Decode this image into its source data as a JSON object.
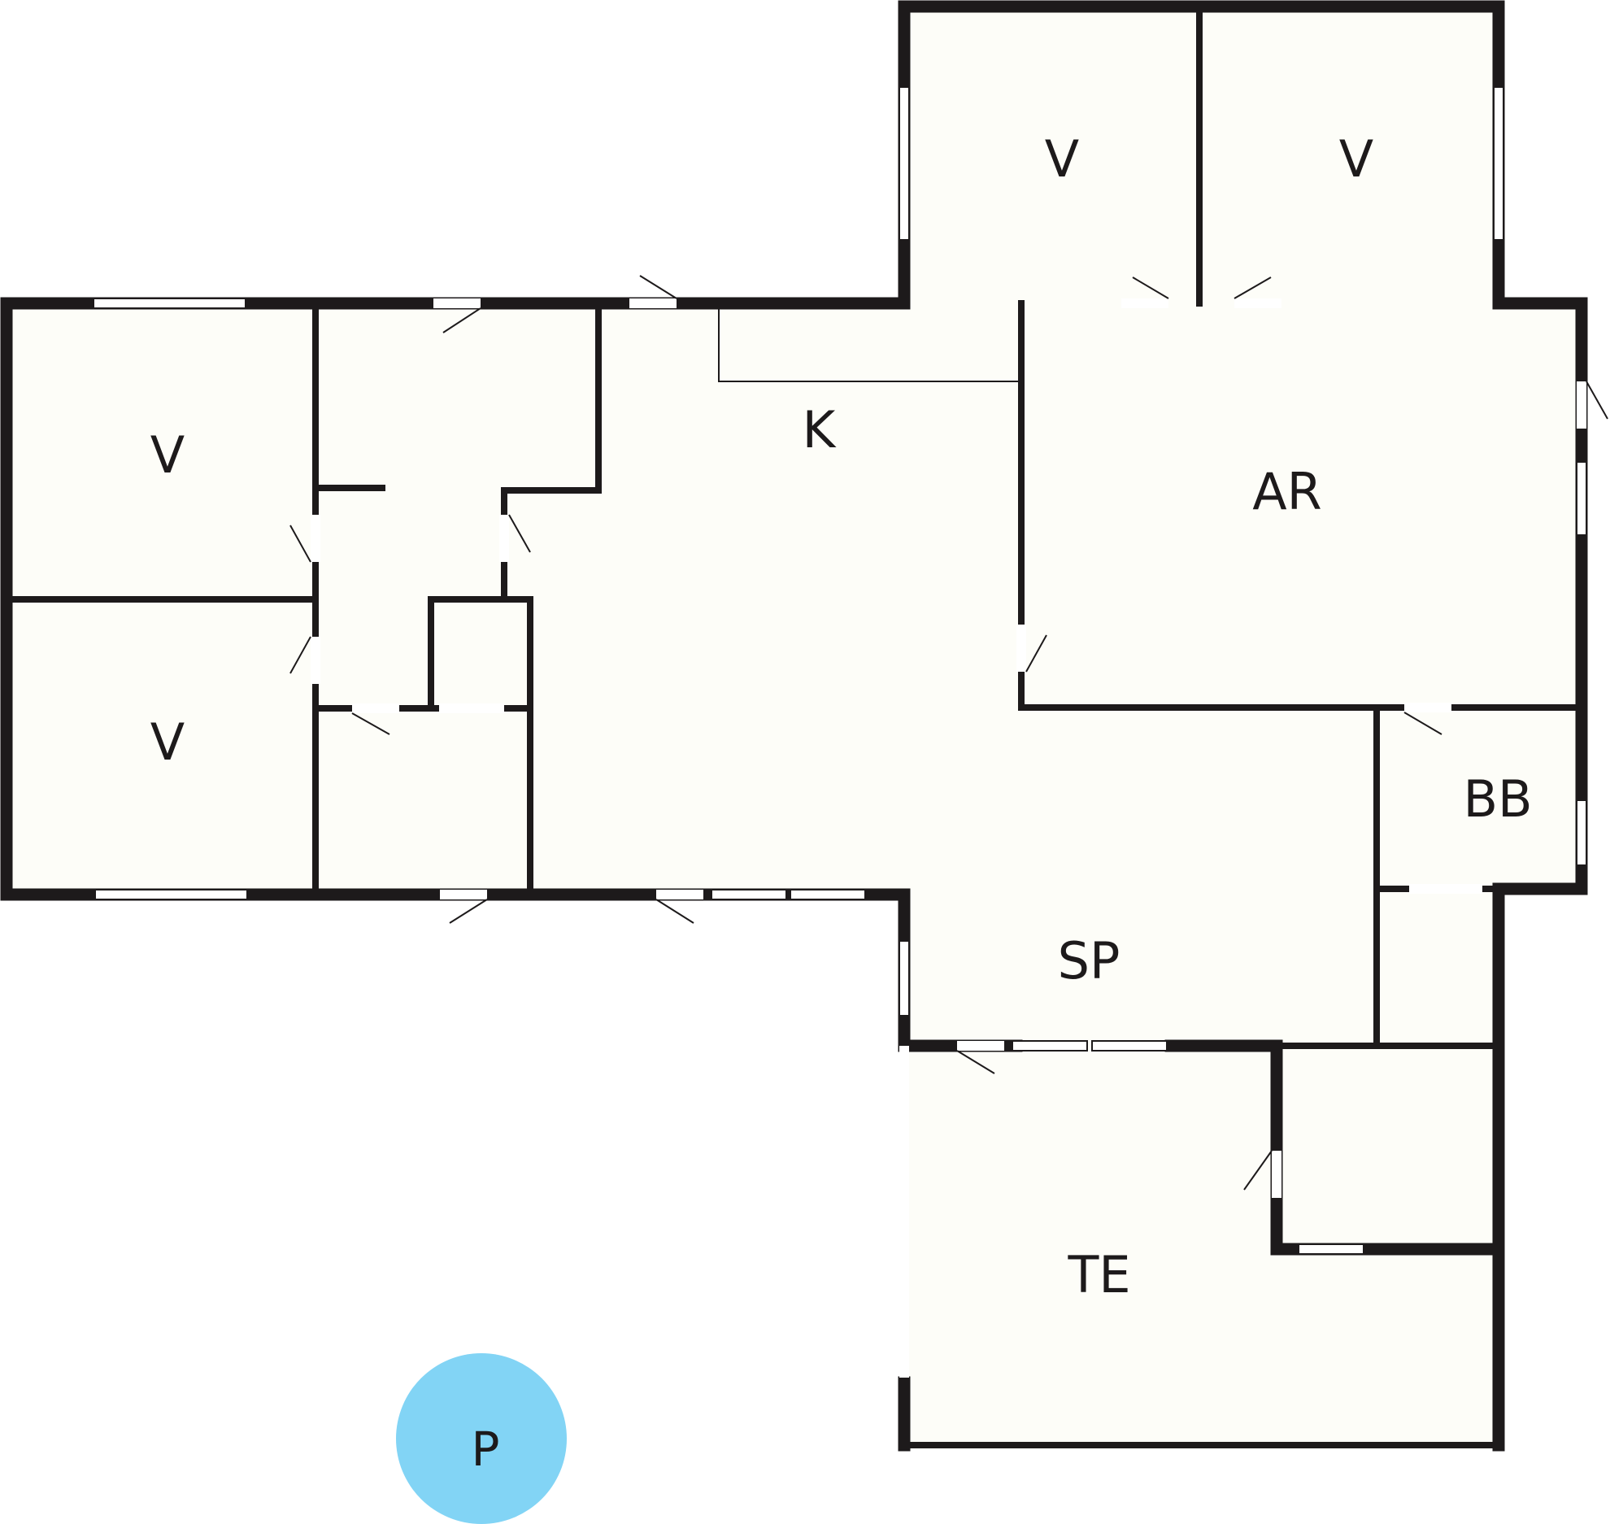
{
  "colors": {
    "wall": "#1d1a1b",
    "floor": "#fdfdf8",
    "window": "#ffffff",
    "parking": "#82d4f5",
    "background": "#ffffff"
  },
  "rooms": {
    "bedroom_top_left": "V",
    "bedroom_top_right": "V",
    "bedroom_west_upper": "V",
    "bedroom_west_lower": "V",
    "kitchen": "K",
    "work_room": "AR",
    "bath": "BB",
    "game_room": "SP",
    "terrace": "TE"
  },
  "parking": {
    "label": "P",
    "icon": "parking-marker"
  }
}
